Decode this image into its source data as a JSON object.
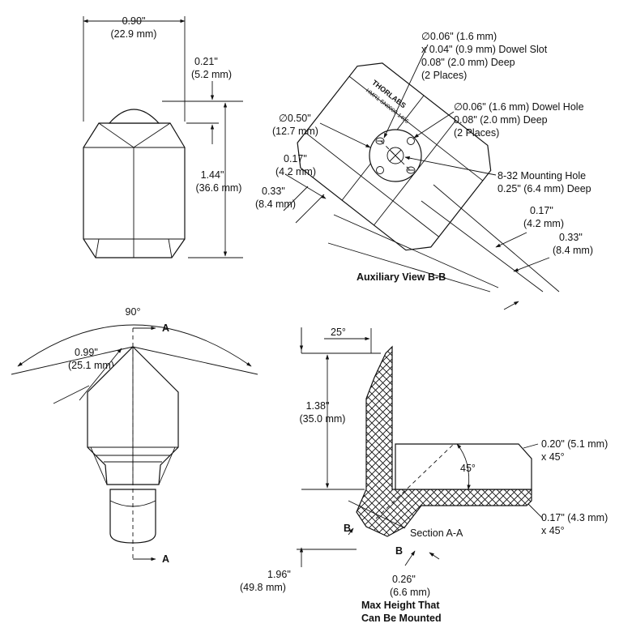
{
  "front_view": {
    "width_in": "0.90\"",
    "width_mm": "(22.9 mm)",
    "cap_in": "0.21\"",
    "cap_mm": "(5.2 mm)",
    "height_in": "1.44\"",
    "height_mm": "(36.6 mm)"
  },
  "aux_view": {
    "slot_l1": "∅0.06\" (1.6 mm)",
    "slot_l2": "x 0.04\" (0.9 mm) Dowel Slot",
    "slot_l3": "0.08\" (2.0 mm) Deep",
    "slot_l4": "(2 Places)",
    "hole_l1": "∅0.06\" (1.6 mm) Dowel Hole",
    "hole_l2": "0.08\" (2.0 mm) Deep",
    "hole_l3": "(2 Places)",
    "dia_in": "∅0.50\"",
    "dia_mm": "(12.7 mm)",
    "mount_l1": "8-32 Mounting Hole",
    "mount_l2": "0.25\" (6.4 mm) Deep",
    "left_a_in": "0.17\"",
    "left_a_mm": "(4.2 mm)",
    "left_b_in": "0.33\"",
    "left_b_mm": "(8.4 mm)",
    "right_a_in": "0.17\"",
    "right_a_mm": "(4.2 mm)",
    "right_b_in": "0.33\"",
    "right_b_mm": "(8.4 mm)",
    "label": "Auxiliary View B-B",
    "engraving_1": "THORLABS",
    "engraving_2": "HMR1 SN0000-1405"
  },
  "top_view": {
    "angle": "90°",
    "width_in": "0.99\"",
    "width_mm": "(25.1 mm)",
    "marker_top": "A",
    "marker_bottom": "A"
  },
  "section_view": {
    "angle_top": "25°",
    "height_in": "1.38\"",
    "height_mm": "(35.0 mm)",
    "angle_mid": "45°",
    "chamfer_top_l1": "0.20\" (5.1 mm)",
    "chamfer_top_l2": "x 45°",
    "chamfer_bot_l1": "0.17\" (4.3 mm)",
    "chamfer_bot_l2": "x 45°",
    "marker_b1": "B",
    "marker_b2": "B",
    "label": "Section A-A",
    "total_in": "1.96\"",
    "total_mm": "(49.8 mm)",
    "max_in": "0.26\"",
    "max_mm": "(6.6 mm)",
    "max_l1": "Max Height That",
    "max_l2": "Can Be Mounted"
  }
}
